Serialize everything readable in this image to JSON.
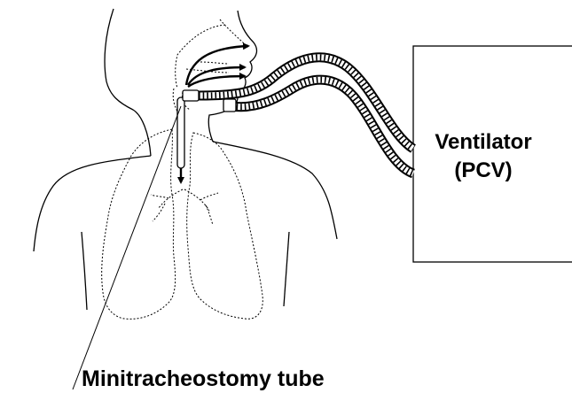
{
  "labels": {
    "ventilator": "Ventilator",
    "mode": "(PCV)",
    "tube": "Minitracheostomy tube"
  },
  "colors": {
    "line": "#000000",
    "background": "#ffffff"
  }
}
